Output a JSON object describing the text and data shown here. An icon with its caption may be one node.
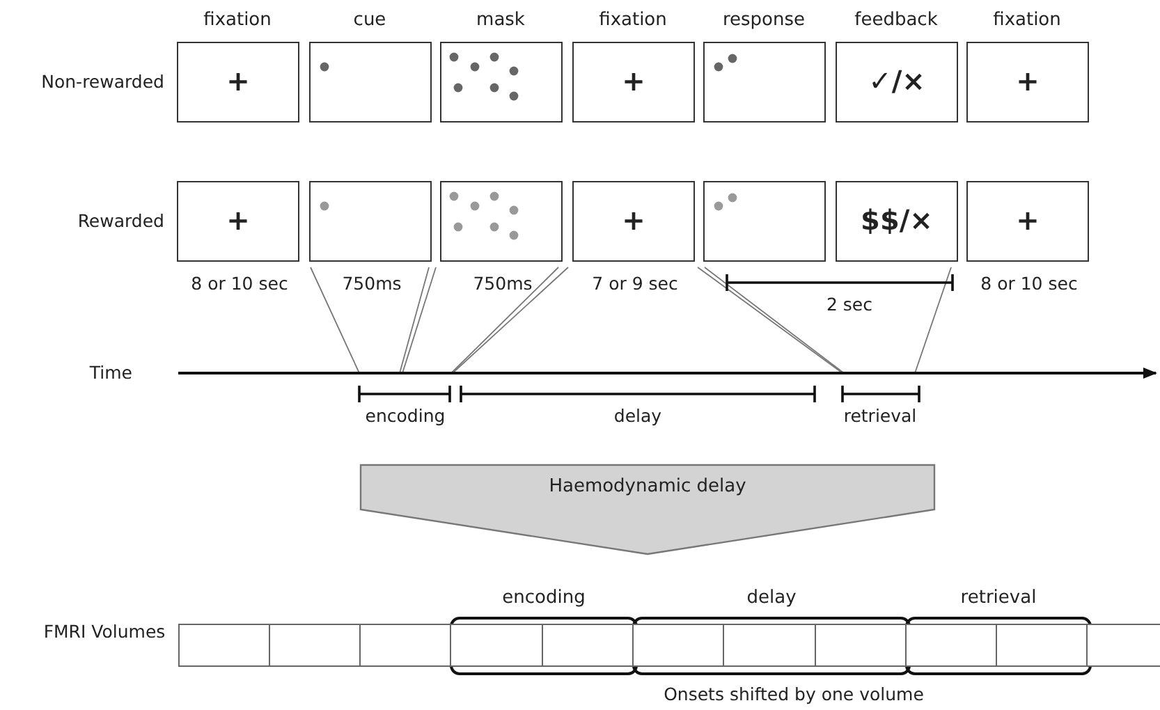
{
  "diagram": {
    "nodes": [
      {
        "text": [
          "fixation",
          "+"
        ]
      },
      {
        "text": [
          "cue"
        ]
      },
      {
        "text": [
          "mask"
        ]
      },
      {
        "text": [
          "fixation",
          "+"
        ]
      },
      {
        "text": [
          "response"
        ]
      },
      {
        "text": [
          "feedback",
          "✓/×"
        ]
      },
      {
        "text": [
          "fixation",
          "+"
        ]
      },
      {
        "text": [
          "+"
        ],
        "beside": [
          "8 or 10 sec"
        ]
      },
      {
        "text": [],
        "shape": "box",
        "beside": [
          "750ms"
        ]
      },
      {
        "text": [],
        "shape": "box",
        "beside": [
          "750ms"
        ]
      },
      {
        "text": [
          "+"
        ],
        "beside": [
          "7 or 9 sec"
        ]
      },
      {
        "text": [],
        "shape": "box"
      },
      {
        "text": [
          "$$/×"
        ]
      },
      {
        "text": [
          "+"
        ],
        "beside": [
          "8 or 10 sec"
        ]
      },
      {
        "text": [
          "Haemodynamic delay"
        ]
      },
      {
        "text": [],
        "shape": "box"
      },
      {
        "text": [],
        "shape": "box"
      },
      {
        "text": [],
        "shape": "box"
      },
      {
        "text": [
          "encoding"
        ]
      },
      {
        "text": [],
        "shape": "box",
        "in": 18
      },
      {
        "text": [],
        "shape": "box",
        "in": 18
      },
      {
        "text": [
          "delay"
        ]
      },
      {
        "text": [],
        "shape": "box",
        "in": 21
      },
      {
        "text": [],
        "shape": "box",
        "in": 21
      },
      {
        "text": [],
        "shape": "box",
        "in": 21
      },
      {
        "text": [
          "retrieval"
        ]
      },
      {
        "text": [],
        "shape": "box",
        "in": 25
      },
      {
        "text": [],
        "shape": "box",
        "in": 25
      },
      {
        "text": [],
        "shape": "box"
      }
    ],
    "labels": [
      "Non-rewarded",
      "Rewarded",
      "2 sec",
      "Time",
      "encoding",
      "delay",
      "retrieval",
      "FMRI Volumes",
      "Onsets shifted by one volume"
    ]
  }
}
